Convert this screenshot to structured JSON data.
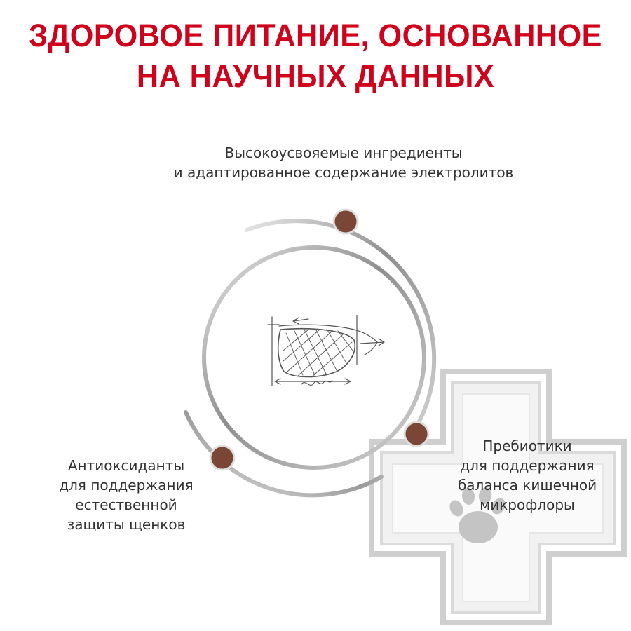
{
  "headline": {
    "line1": "ЗДОРОВОЕ ПИТАНИЕ, ОСНОВАННОЕ",
    "line2": "НА НАУЧНЫХ ДАННЫХ"
  },
  "benefits": [
    {
      "lines": [
        "Высокоусвояемые ингредиенты",
        "и адаптированное содержание электролитов"
      ]
    },
    {
      "lines": [
        "Антиоксиданты",
        "для поддержания",
        "естественной",
        "защиты щенков"
      ]
    },
    {
      "lines": [
        "Пребиотики",
        "для поддержания",
        "баланса кишечной",
        "микрофлоры"
      ]
    }
  ],
  "colors": {
    "headline": "#d0021b",
    "text": "#333333",
    "dot": "#7a4636",
    "dot_border": "#d9d9d9",
    "ring": "#9a9a9a",
    "cross_outline": "#c8c8c8",
    "cross_fill": "#ededed",
    "paw": "#bfbfbf",
    "sketch": "#555555"
  },
  "icons": {
    "center": "kibble-sketch-icon",
    "watermark": "medical-cross-paw-icon",
    "marker": "benefit-dot-icon"
  }
}
